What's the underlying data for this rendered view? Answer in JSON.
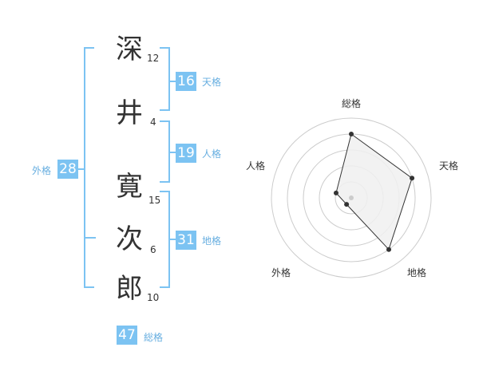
{
  "name": {
    "chars": [
      {
        "char": "深",
        "strokes": "12"
      },
      {
        "char": "井",
        "strokes": "4"
      },
      {
        "char": "寛",
        "strokes": "15"
      },
      {
        "char": "次",
        "strokes": "6"
      },
      {
        "char": "郎",
        "strokes": "10"
      }
    ]
  },
  "kaku": {
    "tenkaku": {
      "value": "16",
      "label": "天格"
    },
    "jinkaku": {
      "value": "19",
      "label": "人格"
    },
    "chikaku": {
      "value": "31",
      "label": "地格"
    },
    "gaikaku": {
      "value": "28",
      "label": "外格"
    },
    "soukaku": {
      "value": "47",
      "label": "総格"
    }
  },
  "colors": {
    "accent": "#7cc3f2",
    "accent_text": "#67aee0",
    "grid": "#cccccc",
    "fill": "#f0f0f0",
    "line": "#333333"
  },
  "chart_data": {
    "type": "radar",
    "axes": [
      "総格",
      "天格",
      "地格",
      "外格",
      "人格"
    ],
    "values": [
      0.8,
      0.8,
      0.8,
      0.1,
      0.2
    ],
    "range": [
      0,
      1
    ]
  }
}
